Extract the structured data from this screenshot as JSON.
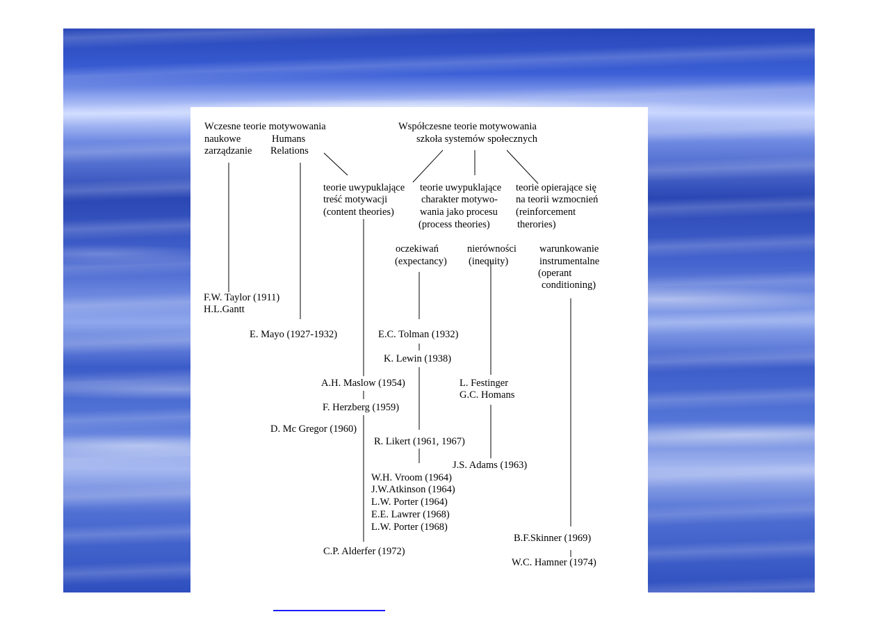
{
  "diagram": {
    "labels": {
      "early_title": "Wczesne teorie motywowania",
      "sci_1": "naukowe",
      "sci_2": "zarządzanie",
      "hum_1": "Humans",
      "hum_2": "Relations",
      "mod_title": "Współczesne teorie motywowania",
      "mod_sub": "szkoła systemów społecznych",
      "c1_1": "teorie uwypuklające",
      "c1_2": "treść motywacji",
      "c1_3": "(content theories)",
      "c2_1": "teorie uwypuklające",
      "c2_2": "charakter motywo-",
      "c2_3": "wania jako procesu",
      "c2_4": "(process theories)",
      "c3_1": "teorie opierające się",
      "c3_2": "na teorii wzmocnień",
      "c3_3": "(reinforcement",
      "c3_4": "therories)",
      "exp_1": "oczekiwań",
      "exp_2": "(expectancy)",
      "ineq_1": "nierówności",
      "ineq_2": "(inequity)",
      "op_1": "warunkowanie",
      "op_2": "instrumentalne",
      "op_3": "(operant",
      "op_4": "conditioning)",
      "taylor": "F.W. Taylor (1911)",
      "gantt": "H.L.Gantt",
      "mayo": "E. Mayo (1927-1932)",
      "tolman": "E.C. Tolman (1932)",
      "lewin": "K. Lewin (1938)",
      "maslow": "A.H. Maslow (1954)",
      "festinger": "L. Festinger",
      "homans": "G.C. Homans",
      "herzberg": "F. Herzberg (1959)",
      "mcgregor": "D. Mc Gregor (1960)",
      "likert": "R. Likert (1961, 1967)",
      "adams": "J.S. Adams (1963)",
      "vroom": "W.H. Vroom (1964)",
      "atkinson": "J.W.Atkinson (1964)",
      "porter1": "L.W. Porter (1964)",
      "lawrer": "E.E. Lawrer (1968)",
      "porter2": "L.W. Porter (1968)",
      "skinner": "B.F.Skinner (1969)",
      "alderfer": "C.P. Alderfer (1972)",
      "hamner": "W.C. Hamner (1974)"
    }
  }
}
